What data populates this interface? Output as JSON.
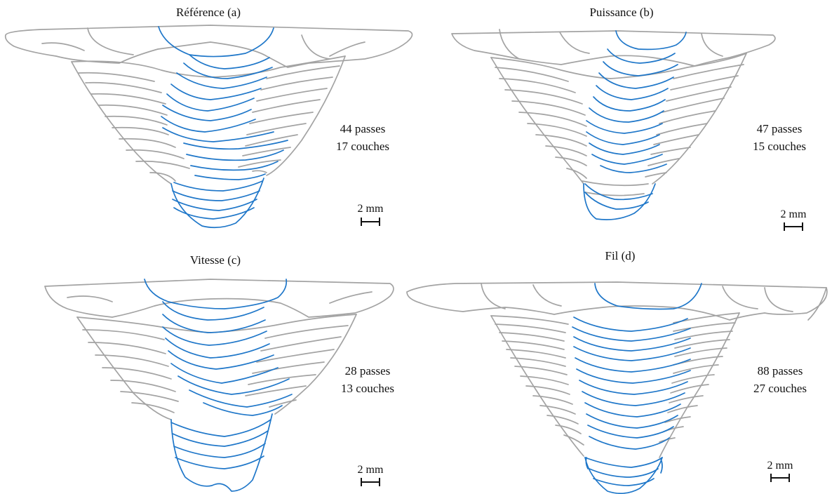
{
  "panels": [
    {
      "title": "Référence (a)",
      "passes": "44 passes",
      "couches": "17 couches",
      "scale": "2 mm"
    },
    {
      "title": "Puissance (b)",
      "passes": "47 passes",
      "couches": "15 couches",
      "scale": "2 mm"
    },
    {
      "title": "Vitesse (c)",
      "passes": "28 passes",
      "couches": "13 couches",
      "scale": "2 mm"
    },
    {
      "title": "Fil (d)",
      "passes": "88 passes",
      "couches": "27 couches",
      "scale": "2 mm"
    }
  ],
  "colors": {
    "pass_outline": "#a3a3a3",
    "center_passes": "#1f77c9",
    "text": "#111111"
  }
}
